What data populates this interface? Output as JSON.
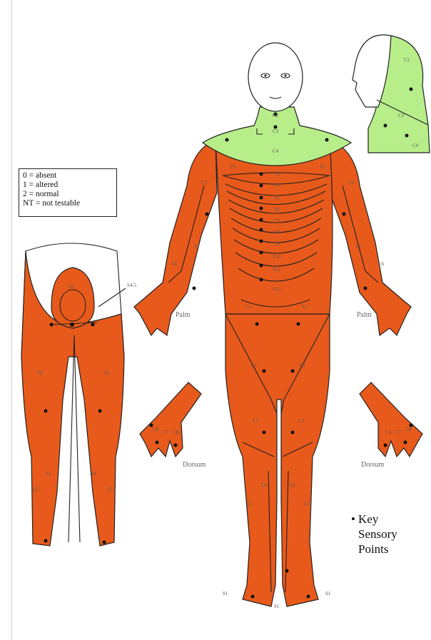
{
  "legend": {
    "items": [
      "0 = absent",
      "1 = altered",
      "2 = normal",
      "NT = not testable"
    ]
  },
  "key": {
    "bullet": "•",
    "lines": [
      "Key",
      "Sensory",
      "Points"
    ]
  },
  "labels": {
    "palm_left": "Palm",
    "palm_right": "Palm",
    "dorsum_left": "Dorsum",
    "dorsum_right": "Dorsum",
    "neck": [
      "C2",
      "C3",
      "C4"
    ],
    "head_profile": [
      "C2",
      "C3",
      "C4"
    ],
    "trunk": [
      "T2",
      "T2",
      "T3",
      "T4",
      "T5",
      "T6",
      "T7",
      "T8",
      "T9",
      "T10",
      "T11",
      "T12"
    ],
    "arms": [
      "C5",
      "C5",
      "T1",
      "T1",
      "C6",
      "C6"
    ],
    "legs": [
      "L1",
      "L1",
      "L2",
      "L2",
      "L3",
      "L3",
      "L4",
      "L4",
      "L5",
      "L5",
      "S1",
      "S1",
      "S1"
    ],
    "posterior": [
      "S4-5",
      "S3",
      "S2",
      "S2",
      "S1",
      "S1",
      "L5",
      "L5"
    ],
    "hands": [
      "C6",
      "C7",
      "C8",
      "C6",
      "C7",
      "C8"
    ]
  },
  "colors": {
    "dermatome": "#e85a1b",
    "cervical": "#b7ee8a",
    "outline": "#222222",
    "dot": "#111111"
  }
}
